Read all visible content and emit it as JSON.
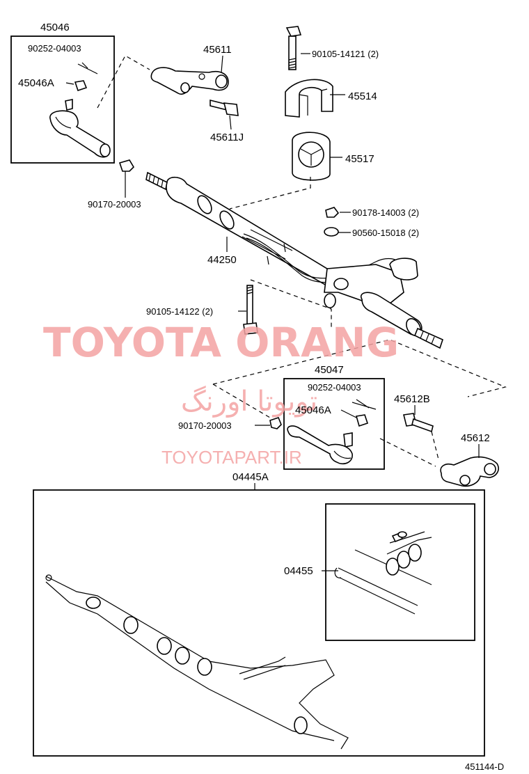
{
  "diagram": {
    "code": "451144-D",
    "labels": {
      "p45046": "45046",
      "p90252_top": "90252-04003",
      "p45046A_top": "45046A",
      "p45611": "45611",
      "p45611J": "45611J",
      "p90105_14121": "90105-14121 (2)",
      "p45514": "45514",
      "p45517": "45517",
      "p90170_top": "90170-20003",
      "p90178": "90178-14003 (2)",
      "p90560": "90560-15018 (2)",
      "p44250": "44250",
      "p90105_14122": "90105-14122 (2)",
      "p45047": "45047",
      "p90252_bot": "90252-04003",
      "p45046A_bot": "45046A",
      "p45612B": "45612B",
      "p90170_bot": "90170-20003",
      "p45612": "45612",
      "p04445A": "04445A",
      "p04455": "04455"
    }
  },
  "watermark": {
    "brand": "TOYOTA ORANG",
    "persian": "تویوتا اورنگ",
    "url": "TOYOTAPART.IR",
    "color": "#f4a3a3"
  }
}
